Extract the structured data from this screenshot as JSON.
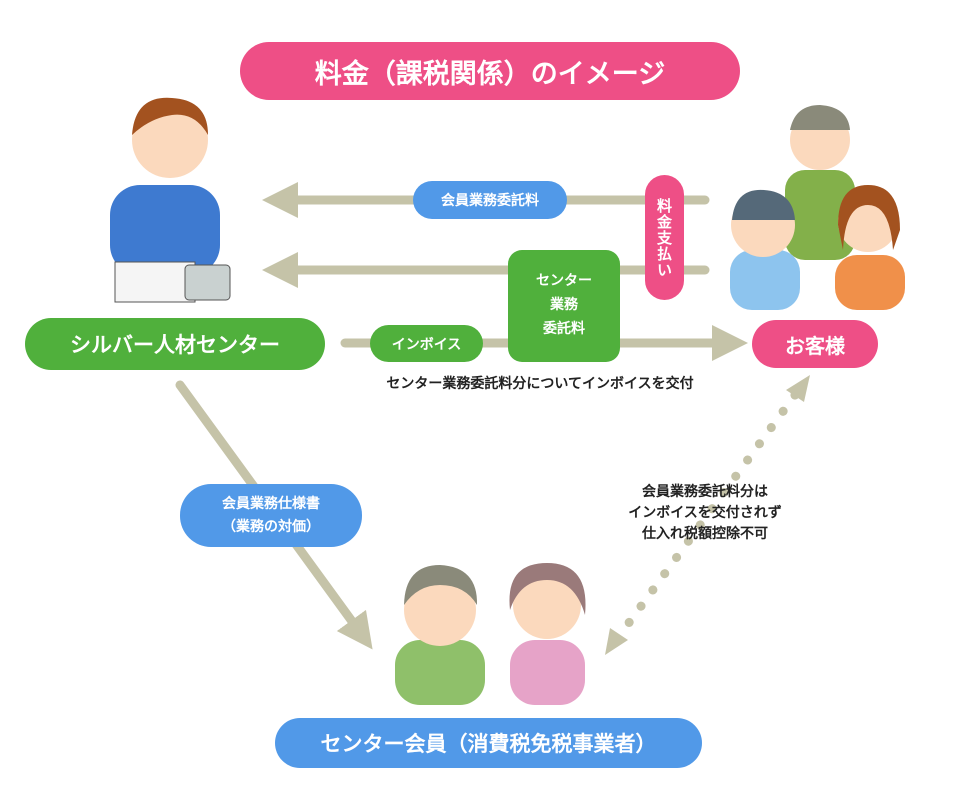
{
  "title": "料金（課税関係）のイメージ",
  "nodes": {
    "center": "シルバー人材センター",
    "customer": "お客様",
    "member": "センター会員（消費税免税事業者）"
  },
  "labels": {
    "member_fee": "会員業務委託料",
    "payment": "料金支払い",
    "center_fee": "センター\n業務\n委託料",
    "invoice": "インボイス",
    "invoice_caption": "センター業務委託料分についてインボイスを交付",
    "spec": "会員業務仕様書\n（業務の対価）",
    "no_invoice_note": "会員業務委託料分は\nインボイスを交付されず\n仕入れ税額控除不可"
  },
  "colors": {
    "pink": "#ee4f86",
    "green": "#50b03c",
    "blue": "#5199e8",
    "arrow": "#c5c3a8"
  }
}
